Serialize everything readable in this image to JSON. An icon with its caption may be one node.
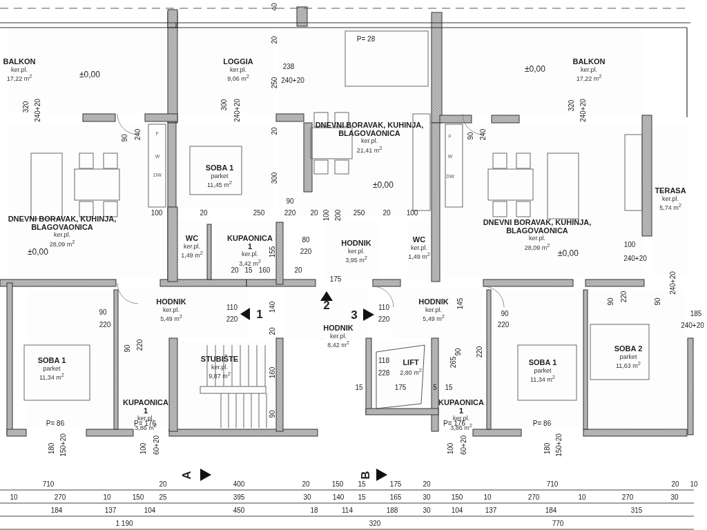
{
  "diagram": {
    "nodes": [
      {
        "text": [
          "BALKON",
          "ker.pl.",
          "17,22 m$^{2}$"
        ]
      },
      {
        "text": [
          "LOGGIA",
          "ker.pl.",
          "9,06 m$^{2}$"
        ]
      },
      {
        "text": [
          "DNEVNI BORAVAK, KUHINJA, BLAGOVAONICA",
          "ker.pl.",
          "21,41 m$^{2}$"
        ]
      },
      {
        "text": [
          "BALKON",
          "ker.pl.",
          "17,22 m$^{2}$"
        ]
      },
      {
        "text": [
          "DNEVNI BORAVAK, KUHINJA, BLAGOVAONICA",
          "ker.pl.",
          "28,09 m$^{2}$"
        ]
      },
      {
        "text": [
          "SOBA 1",
          "parket",
          "11,45 m$^{2}$"
        ]
      },
      {
        "text": [
          "TERASA",
          "ker.pl.",
          "5,74 m$^{2}$"
        ]
      },
      {
        "text": [
          "DNEVNI BORAVAK, KUHINJA, BLAGOVAONICA",
          "ker.pl.",
          "28,09 m$^{2}$"
        ]
      },
      {
        "text": [
          "WC",
          "ker.pl.",
          "1,49 m$^{2}$"
        ]
      },
      {
        "text": [
          "KUPAONICA 1",
          "ker.pl.",
          "3,42 m$^{2}$"
        ]
      },
      {
        "text": [
          "HODNIK",
          "ker.pl.",
          "3,95 m$^{2}$"
        ]
      },
      {
        "text": [
          "WC",
          "ker.pl.",
          "1,49 m$^{2}$"
        ]
      },
      {
        "text": [
          "HODNIK",
          "ker.pl.",
          "5,49 m$^{2}$"
        ]
      },
      {
        "text": [
          "HODNIK",
          "ker.pl.",
          "5,49 m$^{2}$"
        ]
      },
      {
        "text": [
          "HODNIK",
          "ker.pl.",
          "8,42 m$^{2}$"
        ]
      },
      {
        "text": [
          "SOBA 1",
          "parket",
          "11,34 m$^{2}$"
        ]
      },
      {
        "text": [
          "KUPAONICA 1",
          "ker.pl.",
          "3,86 m$^{2}$"
        ]
      },
      {
        "text": [
          "STUBIŠTE",
          "ker.pl.",
          "9,87 m$^{2}$"
        ]
      },
      {
        "text": [
          "LIFT",
          "2,80 m$^{2}$"
        ]
      },
      {
        "text": [
          "KUPAONICA 1",
          "ker.pl.",
          "3,86 m$^{2}$"
        ]
      },
      {
        "text": [
          "SOBA 1",
          "parket",
          "11,34 m$^{2}$"
        ]
      },
      {
        "text": [
          "SOBA 2",
          "parket",
          "11,63 m$^{2}$"
        ]
      }
    ],
    "labels": [
      "40",
      "20",
      "250",
      "238",
      "240+20",
      "P= 28",
      "±0,00",
      "±0,00",
      "320",
      "240+20",
      "300",
      "240+20",
      "320",
      "240+20",
      "90",
      "240",
      "90",
      "240",
      "20",
      "300",
      "F",
      "W",
      "DW",
      "F",
      "W",
      "DW",
      "±0,00",
      "100",
      "20",
      "250",
      "90",
      "220",
      "20",
      "100",
      "200",
      "250",
      "20",
      "100",
      "±0,00",
      "±0,00",
      "100",
      "240+20",
      "80",
      "220",
      "155",
      "20",
      "15",
      "160",
      "20",
      "175",
      "90",
      "220",
      "110",
      "220",
      "1",
      "2",
      "3",
      "110",
      "220",
      "145",
      "90",
      "220",
      "90",
      "220",
      "90",
      "240+20",
      "185",
      "240+20",
      "140",
      "20",
      "160",
      "90",
      "90",
      "220",
      "90",
      "220",
      "118",
      "228",
      "265",
      "15",
      "175",
      "5",
      "15",
      "P= 86",
      "P= 176",
      "P= 176",
      "P= 86",
      "180",
      "150+20",
      "100",
      "60+20",
      "100",
      "60+20",
      "180",
      "150+20",
      "A",
      "B",
      "710",
      "20",
      "400",
      "20",
      "150",
      "15",
      "175",
      "20",
      "710",
      "20",
      "10",
      "10",
      "270",
      "10",
      "150",
      "25",
      "395",
      "30",
      "140",
      "15",
      "165",
      "30",
      "150",
      "10",
      "270",
      "10",
      "270",
      "30",
      "184",
      "137",
      "104",
      "450",
      "18",
      "114",
      "188",
      "30",
      "104",
      "137",
      "184",
      "315",
      "1 190",
      "320",
      "770"
    ]
  }
}
